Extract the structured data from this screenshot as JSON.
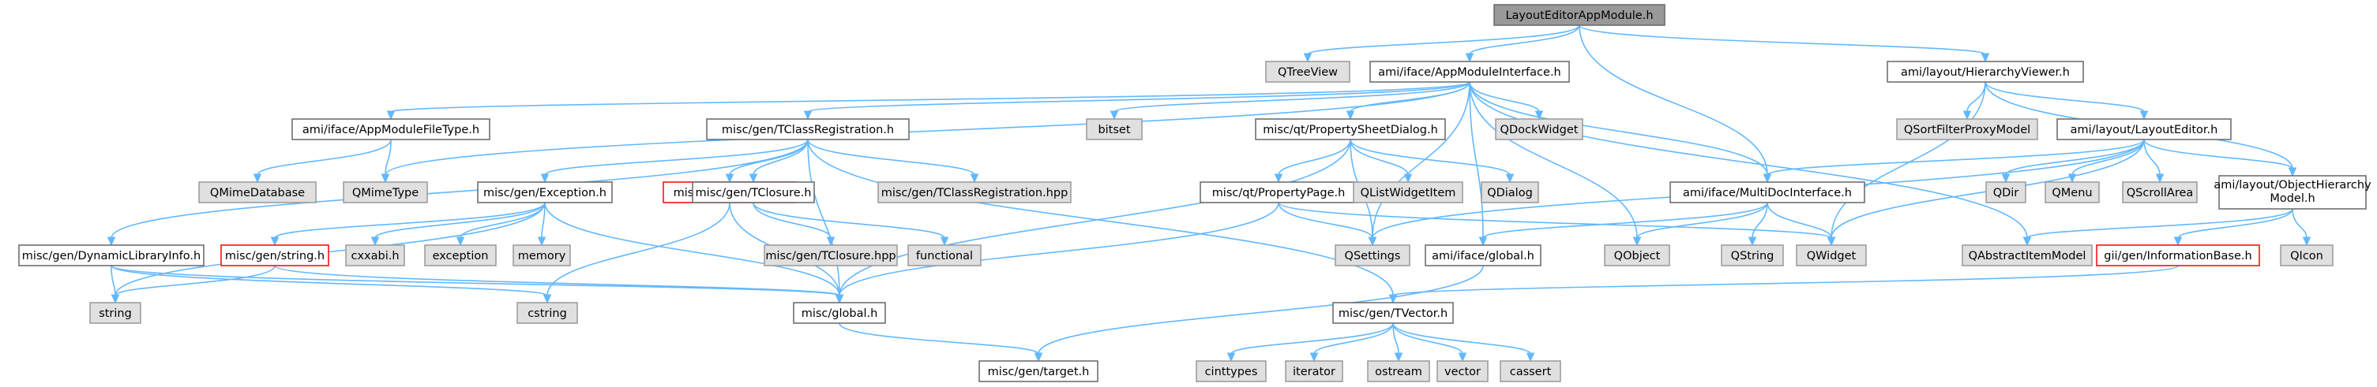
{
  "title": "LayoutEditorAppModule.h",
  "colors": {
    "root_fill": "#999999",
    "file_fill": "#ffffff",
    "file_border": "#666666",
    "system_fill": "#e0e0e0",
    "system_border": "#999999",
    "incomplete_border": "#ff0000",
    "edge": "#63b8ff",
    "text": "#000000"
  },
  "nodes": [
    {
      "id": "root",
      "label": "LayoutEditorAppModule.h",
      "kind": "root"
    },
    {
      "id": "qtreeview",
      "label": "QTreeView",
      "kind": "system"
    },
    {
      "id": "appmoduleinterface",
      "label": "ami/iface/AppModuleInterface.h",
      "kind": "file"
    },
    {
      "id": "hierarchyviewer",
      "label": "ami/layout/HierarchyViewer.h",
      "kind": "file"
    },
    {
      "id": "appmodulefiletype",
      "label": "ami/iface/AppModuleFileType.h",
      "kind": "file"
    },
    {
      "id": "tclassregistration",
      "label": "misc/gen/TClassRegistration.h",
      "kind": "file"
    },
    {
      "id": "bitset",
      "label": "bitset",
      "kind": "system"
    },
    {
      "id": "propertysheetdialog",
      "label": "misc/qt/PropertySheetDialog.h",
      "kind": "file"
    },
    {
      "id": "qdockwidget",
      "label": "QDockWidget",
      "kind": "system"
    },
    {
      "id": "qsortfilterproxymodel",
      "label": "QSortFilterProxyModel",
      "kind": "system"
    },
    {
      "id": "layouteditor",
      "label": "ami/layout/LayoutEditor.h",
      "kind": "file"
    },
    {
      "id": "qmimedatabase",
      "label": "QMimeDatabase",
      "kind": "system"
    },
    {
      "id": "qmimetype",
      "label": "QMimeType",
      "kind": "system"
    },
    {
      "id": "exception_h",
      "label": "misc/gen/Exception.h",
      "kind": "file"
    },
    {
      "id": "dbgutils",
      "label": "misc/gen/dbgutils.h",
      "kind": "incomplete"
    },
    {
      "id": "tclosure",
      "label": "misc/gen/TClosure.h",
      "kind": "file"
    },
    {
      "id": "tclassregistration_hpp",
      "label": "misc/gen/TClassRegistration.hpp",
      "kind": "system"
    },
    {
      "id": "propertypage",
      "label": "misc/qt/PropertyPage.h",
      "kind": "file"
    },
    {
      "id": "qlistwidgetitem",
      "label": "QListWidgetItem",
      "kind": "system"
    },
    {
      "id": "qdialog",
      "label": "QDialog",
      "kind": "system"
    },
    {
      "id": "multidocinterface",
      "label": "ami/iface/MultiDocInterface.h",
      "kind": "file"
    },
    {
      "id": "qdir",
      "label": "QDir",
      "kind": "system"
    },
    {
      "id": "qmenu",
      "label": "QMenu",
      "kind": "system"
    },
    {
      "id": "qscrollarea",
      "label": "QScrollArea",
      "kind": "system"
    },
    {
      "id": "objecthierarchymodel",
      "label": "ami/layout/ObjectHierarchy",
      "label2": "Model.h",
      "kind": "file"
    },
    {
      "id": "dynamiclibraryinfo",
      "label": "misc/gen/DynamicLibraryInfo.h",
      "kind": "file"
    },
    {
      "id": "string_h",
      "label": "misc/gen/string.h",
      "kind": "incomplete"
    },
    {
      "id": "cxxabi",
      "label": "cxxabi.h",
      "kind": "system"
    },
    {
      "id": "exception",
      "label": "exception",
      "kind": "system"
    },
    {
      "id": "memory",
      "label": "memory",
      "kind": "system"
    },
    {
      "id": "tclosure_hpp",
      "label": "misc/gen/TClosure.hpp",
      "kind": "system"
    },
    {
      "id": "functional",
      "label": "functional",
      "kind": "system"
    },
    {
      "id": "qsettings",
      "label": "QSettings",
      "kind": "system"
    },
    {
      "id": "iface_global",
      "label": "ami/iface/global.h",
      "kind": "file"
    },
    {
      "id": "qobject",
      "label": "QObject",
      "kind": "system"
    },
    {
      "id": "qstring",
      "label": "QString",
      "kind": "system"
    },
    {
      "id": "qwidget",
      "label": "QWidget",
      "kind": "system"
    },
    {
      "id": "qabstractitemmodel",
      "label": "QAbstractItemModel",
      "kind": "system"
    },
    {
      "id": "informationbase",
      "label": "gii/gen/InformationBase.h",
      "kind": "incomplete"
    },
    {
      "id": "qicon",
      "label": "QIcon",
      "kind": "system"
    },
    {
      "id": "string",
      "label": "string",
      "kind": "system"
    },
    {
      "id": "cstring",
      "label": "cstring",
      "kind": "system"
    },
    {
      "id": "misc_global",
      "label": "misc/global.h",
      "kind": "file"
    },
    {
      "id": "tvector",
      "label": "misc/gen/TVector.h",
      "kind": "file"
    },
    {
      "id": "target",
      "label": "misc/gen/target.h",
      "kind": "file"
    },
    {
      "id": "cinttypes",
      "label": "cinttypes",
      "kind": "system"
    },
    {
      "id": "iterator",
      "label": "iterator",
      "kind": "system"
    },
    {
      "id": "ostream",
      "label": "ostream",
      "kind": "system"
    },
    {
      "id": "vector",
      "label": "vector",
      "kind": "system"
    },
    {
      "id": "cassert",
      "label": "cassert",
      "kind": "system"
    }
  ],
  "edges": [
    [
      "root",
      "qtreeview"
    ],
    [
      "root",
      "appmoduleinterface"
    ],
    [
      "root",
      "hierarchyviewer"
    ],
    [
      "root",
      "multidocinterface"
    ],
    [
      "appmoduleinterface",
      "appmodulefiletype"
    ],
    [
      "appmoduleinterface",
      "tclassregistration"
    ],
    [
      "appmoduleinterface",
      "bitset"
    ],
    [
      "appmoduleinterface",
      "propertysheetdialog"
    ],
    [
      "appmoduleinterface",
      "qdockwidget"
    ],
    [
      "appmoduleinterface",
      "qmimetype"
    ],
    [
      "appmoduleinterface",
      "multidocinterface"
    ],
    [
      "appmoduleinterface",
      "qsettings"
    ],
    [
      "appmoduleinterface",
      "iface_global"
    ],
    [
      "appmoduleinterface",
      "qobject"
    ],
    [
      "appmoduleinterface",
      "qabstractitemmodel"
    ],
    [
      "hierarchyviewer",
      "qsortfilterproxymodel"
    ],
    [
      "hierarchyviewer",
      "layouteditor"
    ],
    [
      "hierarchyviewer",
      "objecthierarchymodel"
    ],
    [
      "hierarchyviewer",
      "qwidget"
    ],
    [
      "appmodulefiletype",
      "qmimedatabase"
    ],
    [
      "appmodulefiletype",
      "qmimetype"
    ],
    [
      "tclassregistration",
      "exception_h"
    ],
    [
      "tclassregistration",
      "dbgutils"
    ],
    [
      "tclassregistration",
      "tclosure"
    ],
    [
      "tclassregistration",
      "tclassregistration_hpp"
    ],
    [
      "tclassregistration",
      "dynamiclibraryinfo"
    ],
    [
      "tclassregistration",
      "misc_global"
    ],
    [
      "tclassregistration",
      "tvector"
    ],
    [
      "propertysheetdialog",
      "propertypage"
    ],
    [
      "propertysheetdialog",
      "qlistwidgetitem"
    ],
    [
      "propertysheetdialog",
      "qdialog"
    ],
    [
      "propertysheetdialog",
      "misc_global"
    ],
    [
      "propertysheetdialog",
      "qsettings"
    ],
    [
      "layouteditor",
      "qdir"
    ],
    [
      "layouteditor",
      "qmenu"
    ],
    [
      "layouteditor",
      "qscrollarea"
    ],
    [
      "layouteditor",
      "objecthierarchymodel"
    ],
    [
      "layouteditor",
      "multidocinterface"
    ],
    [
      "layouteditor",
      "qsettings"
    ],
    [
      "layouteditor",
      "qwidget"
    ],
    [
      "exception_h",
      "string_h"
    ],
    [
      "exception_h",
      "cxxabi"
    ],
    [
      "exception_h",
      "exception"
    ],
    [
      "exception_h",
      "memory"
    ],
    [
      "exception_h",
      "misc_global"
    ],
    [
      "exception_h",
      "string"
    ],
    [
      "dbgutils",
      "cstring"
    ],
    [
      "dbgutils",
      "misc_global"
    ],
    [
      "tclosure",
      "tclosure_hpp"
    ],
    [
      "tclosure",
      "functional"
    ],
    [
      "propertypage",
      "qsettings"
    ],
    [
      "propertypage",
      "qwidget"
    ],
    [
      "propertypage",
      "misc_global"
    ],
    [
      "multidocinterface",
      "iface_global"
    ],
    [
      "multidocinterface",
      "qobject"
    ],
    [
      "multidocinterface",
      "qstring"
    ],
    [
      "multidocinterface",
      "qwidget"
    ],
    [
      "objecthierarchymodel",
      "qabstractitemmodel"
    ],
    [
      "objecthierarchymodel",
      "informationbase"
    ],
    [
      "objecthierarchymodel",
      "qicon"
    ],
    [
      "dynamiclibraryinfo",
      "string"
    ],
    [
      "dynamiclibraryinfo",
      "cstring"
    ],
    [
      "dynamiclibraryinfo",
      "misc_global"
    ],
    [
      "string_h",
      "string"
    ],
    [
      "string_h",
      "misc_global"
    ],
    [
      "iface_global",
      "target"
    ],
    [
      "informationbase",
      "tvector"
    ],
    [
      "misc_global",
      "target"
    ],
    [
      "tvector",
      "cinttypes"
    ],
    [
      "tvector",
      "iterator"
    ],
    [
      "tvector",
      "ostream"
    ],
    [
      "tvector",
      "vector"
    ],
    [
      "tvector",
      "cassert"
    ]
  ]
}
